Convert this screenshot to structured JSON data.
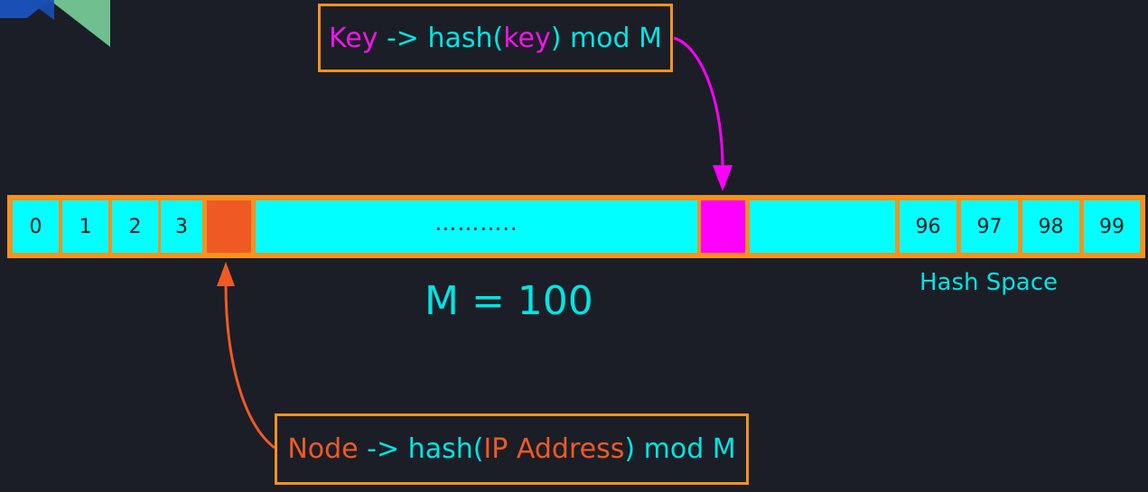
{
  "key_formula": {
    "key_word": "Key",
    "arrow": " -> hash(",
    "key_param": "key",
    "suffix": ") mod M"
  },
  "node_formula": {
    "node_word": "Node",
    "arrow": " -> hash(",
    "ip_param": "IP Address",
    "suffix": ") mod M"
  },
  "hash_bar": {
    "cells_left": [
      "0",
      "1",
      "2",
      "3"
    ],
    "ellipsis": "………..",
    "cells_right": [
      "96",
      "97",
      "98",
      "99"
    ]
  },
  "m_label": "M = 100",
  "hash_space_label": "Hash Space",
  "colors": {
    "background": "#1b1e26",
    "cyan": "#00ffff",
    "orange_border": "#f7921e",
    "node_marker": "#ef5a24",
    "key_marker": "#ff00ff",
    "logo_blue": "#1a4fb5",
    "logo_green": "#6fbf8f"
  }
}
